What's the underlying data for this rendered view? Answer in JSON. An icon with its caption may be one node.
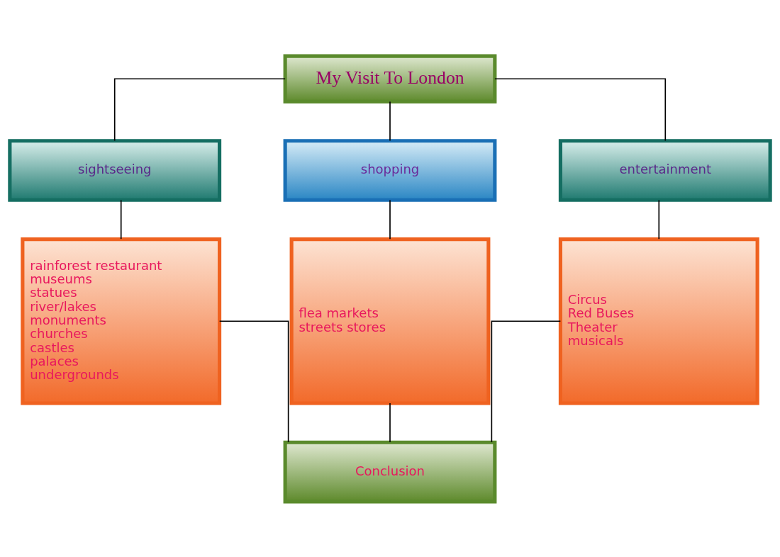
{
  "diagram": {
    "nodes": [
      {
        "text": [
          "My Visit To London"
        ]
      },
      {
        "text": [
          "sightseeing"
        ]
      },
      {
        "text": [
          "shopping"
        ]
      },
      {
        "text": [
          "entertainment"
        ]
      },
      {
        "text": [
          "rainforest restaurant",
          "museums",
          "statues",
          "river/lakes",
          "monuments",
          "churches",
          "castles",
          "palaces",
          "undergrounds"
        ]
      },
      {
        "text": [
          "flea markets",
          "streets stores"
        ]
      },
      {
        "text": [
          "Circus",
          "Red Buses",
          "Theater",
          "musicals"
        ]
      },
      {
        "text": [
          "Conclusion"
        ]
      }
    ],
    "edges": [
      {
        "from": 0,
        "to": 1,
        "arrow": "none"
      },
      {
        "from": 0,
        "to": 2,
        "arrow": "none"
      },
      {
        "from": 0,
        "to": 3,
        "arrow": "none"
      },
      {
        "from": 1,
        "to": 4,
        "arrow": "none"
      },
      {
        "from": 2,
        "to": 5,
        "arrow": "none"
      },
      {
        "from": 3,
        "to": 6,
        "arrow": "none"
      },
      {
        "from": 4,
        "to": 7,
        "arrow": "none"
      },
      {
        "from": 5,
        "to": 7,
        "arrow": "none"
      },
      {
        "from": 6,
        "to": 7,
        "arrow": "none"
      }
    ]
  }
}
